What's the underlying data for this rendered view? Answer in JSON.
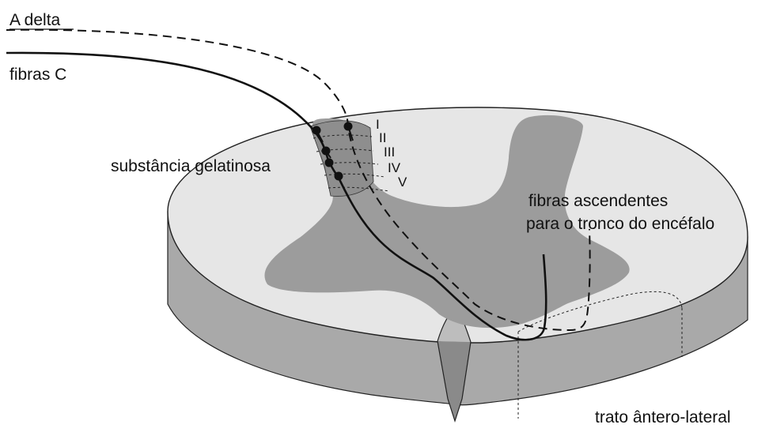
{
  "labels": {
    "a_delta": "A delta",
    "fibras_c": "fibras C",
    "substancia_gelatinosa": "substância gelatinosa",
    "fibras_ascendentes_line1": "fibras ascendentes",
    "fibras_ascendentes_line2": "para o tronco do encéfalo",
    "trato_antero_lateral": "trato ântero-lateral"
  },
  "laminae": [
    "I",
    "II",
    "III",
    "IV",
    "V"
  ],
  "colors": {
    "cord_top": "#e6e6e6",
    "cord_side": "#a9a9a9",
    "gray_matter": "#9c9c9c",
    "dorsal_horn": "#8e8e8e",
    "ink": "#111111"
  }
}
